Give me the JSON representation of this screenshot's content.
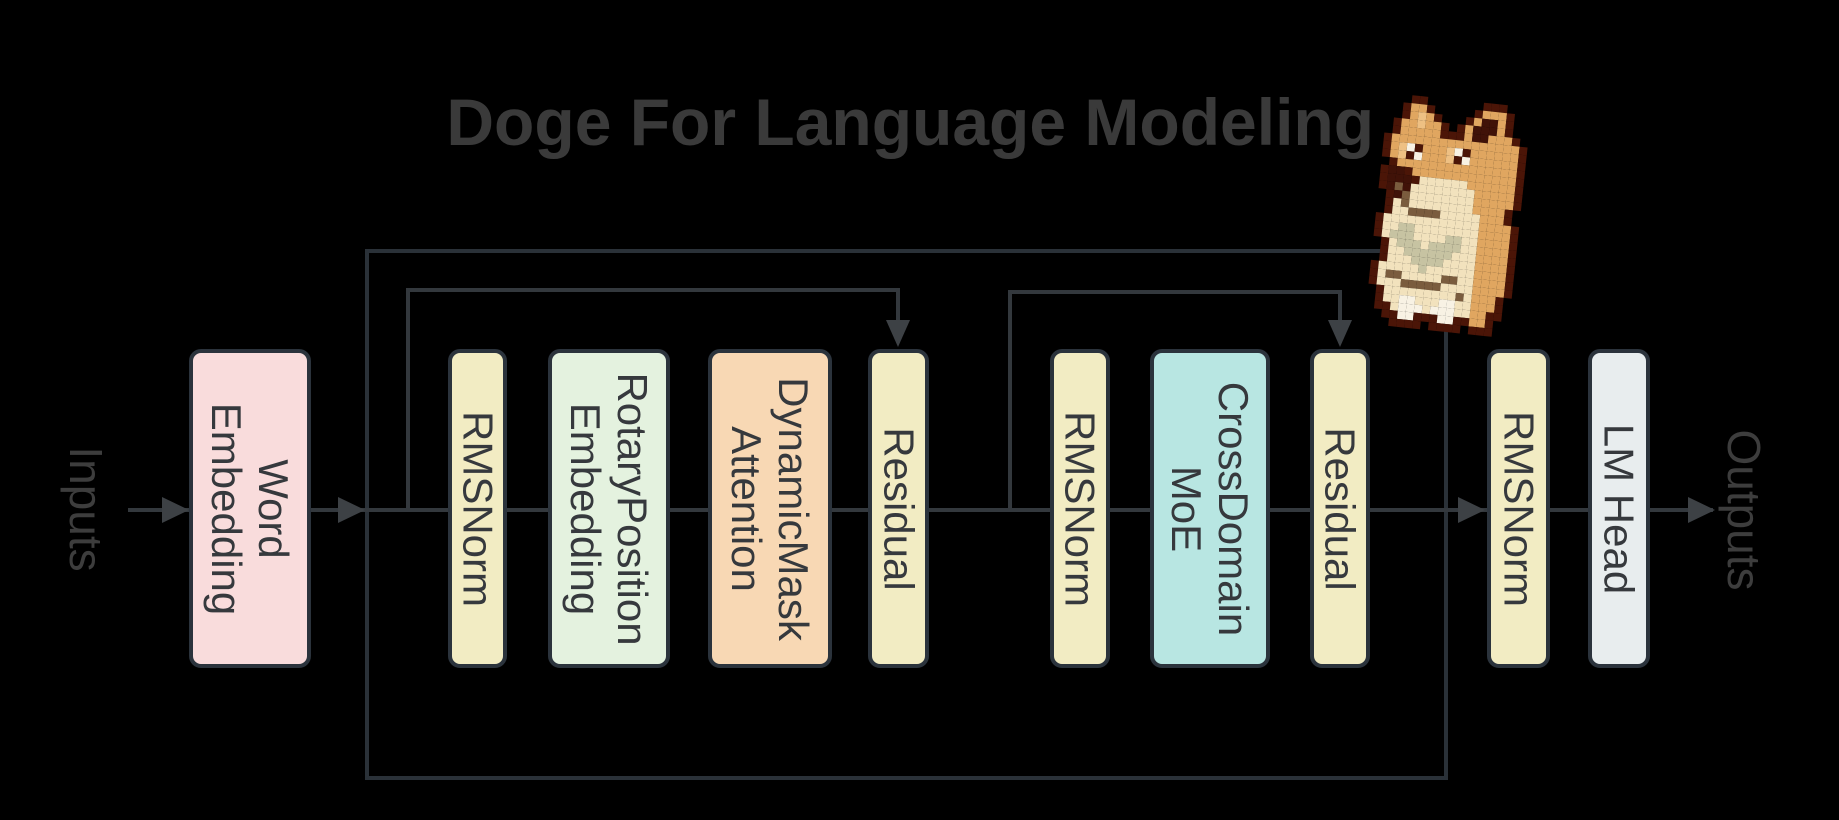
{
  "title": "Doge For Language Modeling",
  "labels": {
    "inputs": "Inputs",
    "outputs": "Outputs"
  },
  "blocks": [
    {
      "id": "word-embedding",
      "lines": [
        "Word",
        "Embedding"
      ],
      "fill": "#f9dcdc"
    },
    {
      "id": "rmsnorm-1",
      "lines": [
        "RMSNorm"
      ],
      "fill": "#f2ecc3"
    },
    {
      "id": "rotary-position-embedding",
      "lines": [
        "RotaryPosition",
        "Embedding"
      ],
      "fill": "#e4f2df"
    },
    {
      "id": "dynamicmask-attention",
      "lines": [
        "DynamicMask",
        "Attention"
      ],
      "fill": "#f8d8b4"
    },
    {
      "id": "residual-1",
      "lines": [
        "Residual"
      ],
      "fill": "#f2ecc3"
    },
    {
      "id": "rmsnorm-2",
      "lines": [
        "RMSNorm"
      ],
      "fill": "#f2ecc3"
    },
    {
      "id": "crossdomain-moe",
      "lines": [
        "CrossDomain",
        "MoE"
      ],
      "fill": "#b8e6e2"
    },
    {
      "id": "residual-2",
      "lines": [
        "Residual"
      ],
      "fill": "#f2ecc3"
    },
    {
      "id": "rmsnorm-3",
      "lines": [
        "RMSNorm"
      ],
      "fill": "#f2ecc3"
    },
    {
      "id": "lm-head",
      "lines": [
        "LM Head"
      ],
      "fill": "#e8edee"
    }
  ],
  "colors": {
    "bg": "#000000",
    "title": "#3a3a3a",
    "line": "#33383d",
    "loop": "#2a3138",
    "arrow": "#3d4145",
    "border": "#2b333c",
    "blocktext": "#36393d",
    "sidetext": "#3d3d3d"
  },
  "doge": {
    "name": "doge-pixel-art",
    "palette": {
      "K": "#4b1507",
      "T": "#e0a660",
      "L": "#eec083",
      "C": "#f2e2bd",
      "W": "#f8f2e4",
      "G": "#c7c3a2",
      "D": "#7a5c3e",
      "B": "#401208"
    },
    "pixels": [
      "...KK.......KKK....",
      "..KTTK.....KTTTK...",
      "..KTLTK...KTBBTK...",
      ".KTTLTTK.KTBBBTK...",
      ".KTTTTTKKKTBBTTTK..",
      "KTTTTTTTTTTTTTTTTK.",
      "KTLWKTTTLWKTTTTTTK.",
      "KTLKWTTTLKWTTTTTTK.",
      ".KTTTTTTTTTTTTTTTK.",
      "KBBKTTTTTTTTTTTTTK.",
      "KBBBKCCCCCCTTTTTTK.",
      "KBDBCCCCCCCCTTTTTK.",
      ".KBDCCCCCCCCTTTTTK.",
      ".KCDCCCCCCCCTTTTK..",
      ".KCCDDDDCCCCCTTTK..",
      "KCCCCCCCCCCCCTTTTK.",
      "KCCGGCCCCCCCCTTTTK.",
      "KCGGGCCCCGGCCTTTTK.",
      ".KCGGGCGGGGCCTTTTK.",
      ".KCCGGGGGGCCCTTTTK.",
      ".KCCCGGGGCCCCTTTTK.",
      "KCCCCCGCCCCCCTTTTK.",
      "KCDDCCCCCDDCCTTTTK.",
      "KCCCDDDDDCCCCTTTTK.",
      ".KCCCCCCCCCDCTTTK..",
      ".KCCWWCCCWWCCTTTK..",
      ".KKCWWWCWWWCCTTKK..",
      "..KKWWKKKWWKKTTK...",
      "...KKKK.KKKK.KKK..."
    ]
  }
}
